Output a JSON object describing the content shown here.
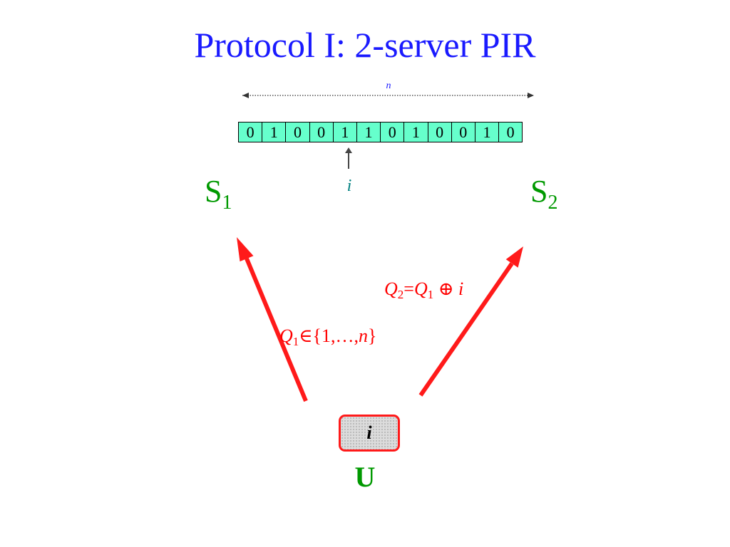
{
  "slide": {
    "title": "Protocol I: 2-server PIR"
  },
  "database": {
    "length_label": "n",
    "bits": [
      "0",
      "1",
      "0",
      "0",
      "1",
      "1",
      "0",
      "1",
      "0",
      "0",
      "1",
      "0"
    ],
    "pointer_label": "i"
  },
  "servers": {
    "s1": {
      "name": "S",
      "index": "1"
    },
    "s2": {
      "name": "S",
      "index": "2"
    }
  },
  "queries": {
    "q2": {
      "q": "Q",
      "sub": "2",
      "eq": "=",
      "q1": "Q",
      "sub1": "1",
      "op": " ⊕ ",
      "var": "i"
    },
    "q1": {
      "q": "Q",
      "sub": "1",
      "member": "∈{1,…,",
      "var": "n",
      "close": "}"
    }
  },
  "user": {
    "query_value": "i",
    "name": "U"
  },
  "colors": {
    "title": "#1a1aff",
    "cell_fill": "#66ffcc",
    "server": "#009900",
    "query": "#ff0000",
    "arrow": "#ff1a1a",
    "pointer_label": "#008080"
  }
}
